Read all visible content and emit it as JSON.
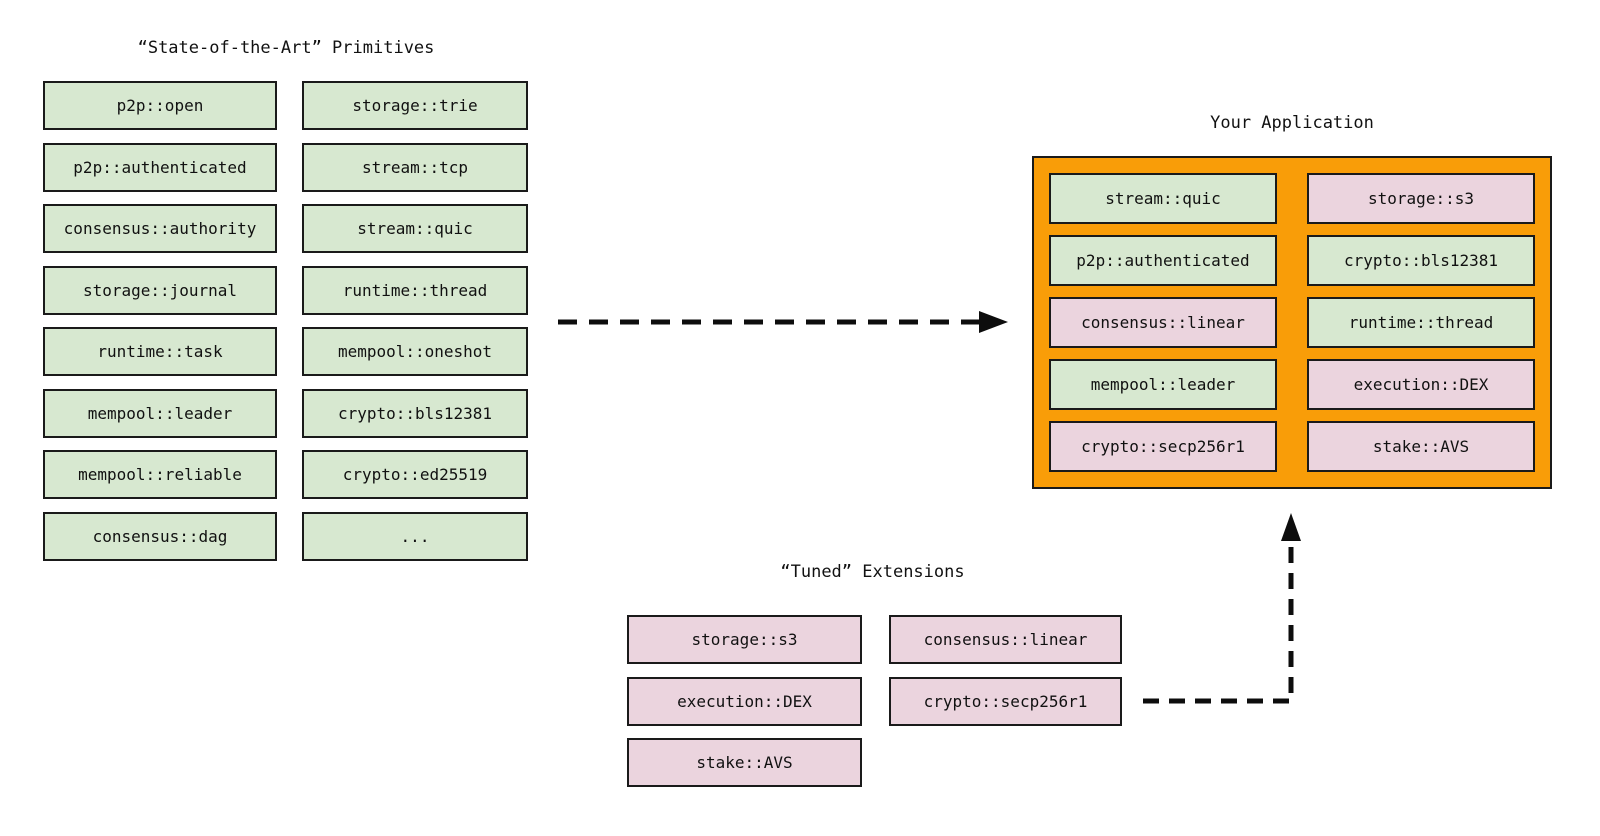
{
  "primitives": {
    "title": "“State-of-the-Art” Primitives",
    "col1": [
      "p2p::open",
      "p2p::authenticated",
      "consensus::authority",
      "storage::journal",
      "runtime::task",
      "mempool::leader",
      "mempool::reliable",
      "consensus::dag"
    ],
    "col2": [
      "storage::trie",
      "stream::tcp",
      "stream::quic",
      "runtime::thread",
      "mempool::oneshot",
      "crypto::bls12381",
      "crypto::ed25519",
      "..."
    ]
  },
  "application": {
    "title": "Your Application",
    "col1": [
      {
        "label": "stream::quic",
        "variant": "primitive"
      },
      {
        "label": "p2p::authenticated",
        "variant": "primitive"
      },
      {
        "label": "consensus::linear",
        "variant": "extension"
      },
      {
        "label": "mempool::leader",
        "variant": "primitive"
      },
      {
        "label": "crypto::secp256r1",
        "variant": "extension"
      }
    ],
    "col2": [
      {
        "label": "storage::s3",
        "variant": "extension"
      },
      {
        "label": "crypto::bls12381",
        "variant": "primitive"
      },
      {
        "label": "runtime::thread",
        "variant": "primitive"
      },
      {
        "label": "execution::DEX",
        "variant": "extension"
      },
      {
        "label": "stake::AVS",
        "variant": "extension"
      }
    ]
  },
  "extensions": {
    "title": "“Tuned” Extensions",
    "col1": [
      "storage::s3",
      "execution::DEX",
      "stake::AVS"
    ],
    "col2": [
      "consensus::linear",
      "crypto::secp256r1"
    ]
  },
  "colors": {
    "primitive_fill": "#d7e8d0",
    "extension_fill": "#ebd4de",
    "application_fill": "#f99d08",
    "border": "#1a1a1a",
    "arrow": "#0d0d0d"
  }
}
